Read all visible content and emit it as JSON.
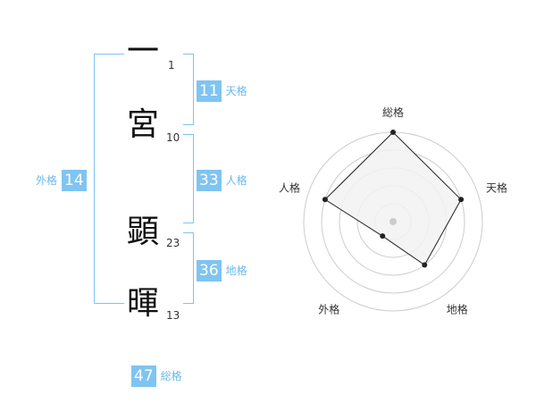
{
  "name_chars": [
    {
      "char": "一",
      "strokes": "1"
    },
    {
      "char": "宮",
      "strokes": "10"
    },
    {
      "char": "顕",
      "strokes": "23"
    },
    {
      "char": "暉",
      "strokes": "13"
    }
  ],
  "fortunes": {
    "tenkaku": {
      "value": "11",
      "label": "天格"
    },
    "jinkaku": {
      "value": "33",
      "label": "人格"
    },
    "chikaku": {
      "value": "36",
      "label": "地格"
    },
    "gaikaku": {
      "value": "14",
      "label": "外格"
    },
    "soukaku": {
      "value": "47",
      "label": "総格"
    }
  },
  "chart_data": {
    "type": "radar",
    "axes": [
      "総格",
      "天格",
      "地格",
      "外格",
      "人格"
    ],
    "values": [
      5,
      4,
      3,
      1,
      4
    ],
    "max": 5,
    "rings": 5,
    "colors": {
      "line": "#222222",
      "fill": "#f2f2f2",
      "ring": "#cccccc",
      "center": "#cccccc"
    }
  }
}
